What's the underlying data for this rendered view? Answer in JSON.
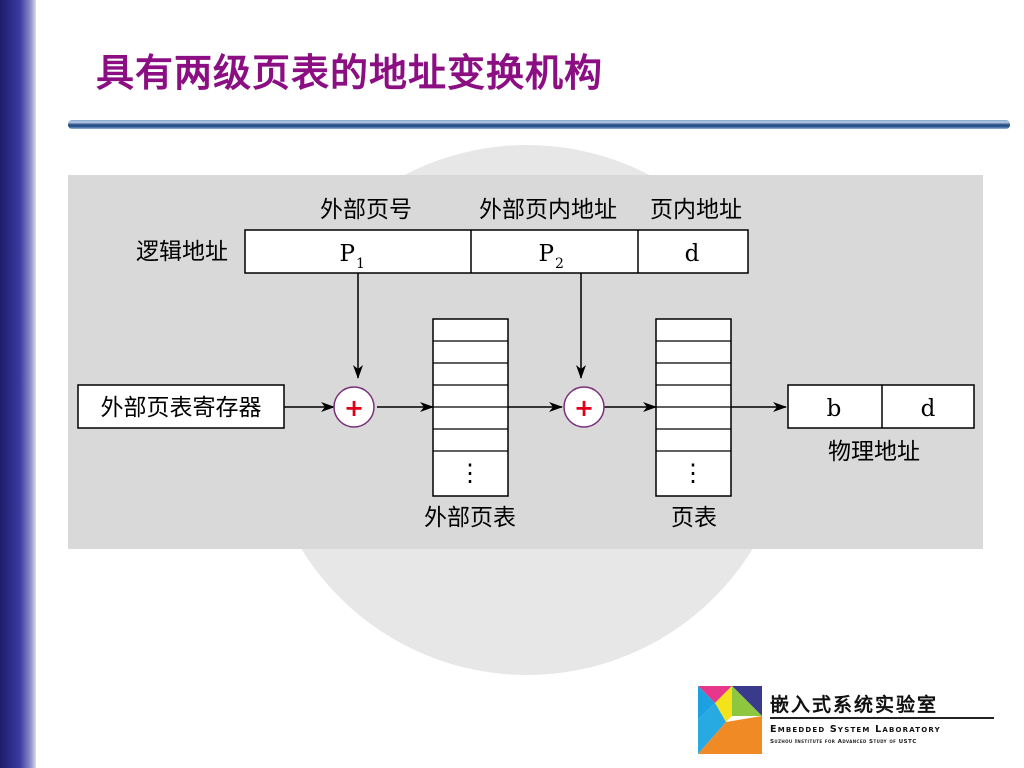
{
  "slide": {
    "title": "具有两级页表的地址变换机构"
  },
  "diagram": {
    "header_labels": {
      "outer_page_no": "外部页号",
      "outer_page_offset": "外部页内地址",
      "page_offset": "页内地址"
    },
    "logical_address": {
      "label": "逻辑地址",
      "field_p1_main": "P",
      "field_p1_sub": "1",
      "field_p2_main": "P",
      "field_p2_sub": "2",
      "field_d": "d"
    },
    "outer_page_table_register": "外部页表寄存器",
    "adders": [
      "+",
      "+"
    ],
    "outer_page_table": {
      "label": "外部页表",
      "ellipsis": "⋮"
    },
    "page_table": {
      "label": "页表",
      "ellipsis": "⋮"
    },
    "physical_address": {
      "label": "物理地址",
      "field_b": "b",
      "field_d": "d"
    },
    "colors": {
      "adder_border": "#7a2f7a",
      "adder_plus": "#e0001a",
      "title": "#8b0e82"
    }
  },
  "logo": {
    "name_cn": "嵌入式系统实验室",
    "name_en": "Embedded System Laboratory",
    "subtitle": "Suzhou Institute for Advanced Study of USTC",
    "icon": "tangram-logo-icon"
  }
}
